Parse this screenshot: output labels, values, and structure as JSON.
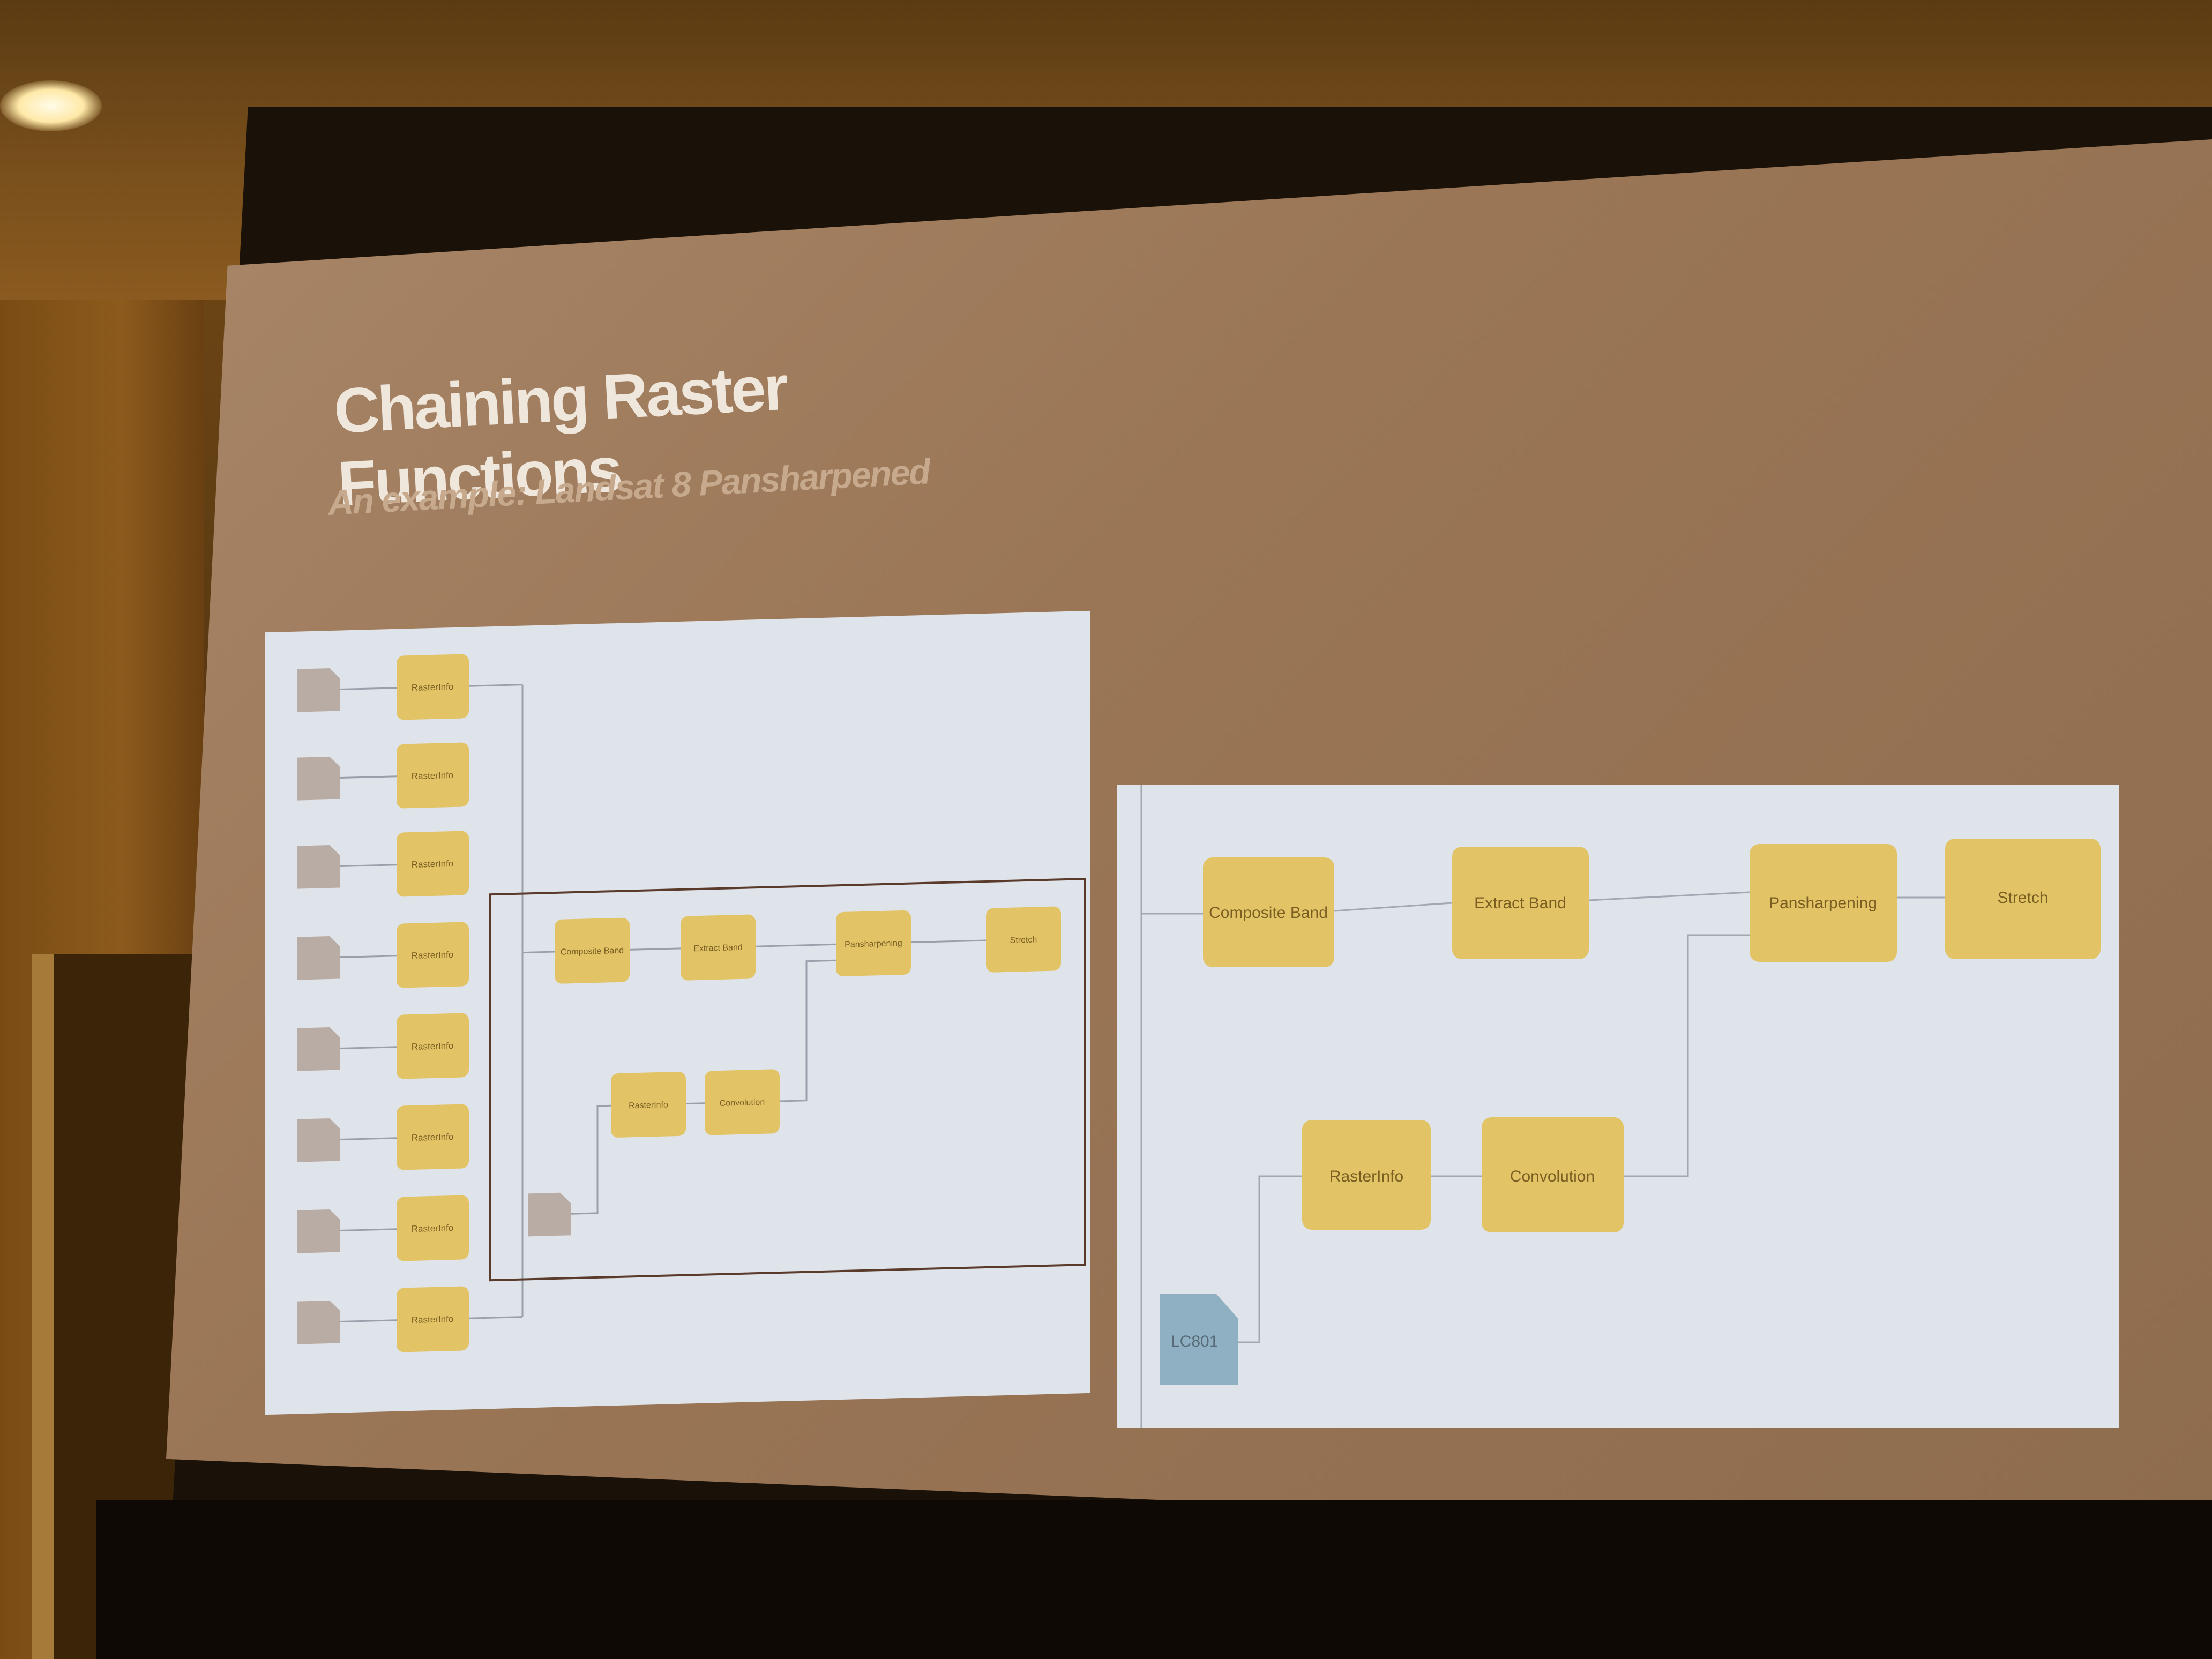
{
  "slide": {
    "title": "Chaining Raster Functions",
    "subtitle": "An example: Landsat 8 Pansharpened"
  },
  "colors": {
    "function_node": "#e2c467",
    "source_node_gray": "#b9aca4",
    "source_node_blue": "#8fb0c2",
    "panel_bg": "#dfe3ea",
    "slide_bg": "#a88668"
  },
  "left_diagram": {
    "rasterinfo_nodes": [
      "RasterInfo",
      "RasterInfo",
      "RasterInfo",
      "RasterInfo",
      "RasterInfo",
      "RasterInfo",
      "RasterInfo",
      "RasterInfo"
    ],
    "main_chain": [
      "Composite Band",
      "Extract Band",
      "Pansharpening",
      "Stretch"
    ],
    "pan_chain": [
      "RasterInfo",
      "Convolution"
    ]
  },
  "right_diagram": {
    "main_chain": [
      "Composite Band",
      "Extract Band",
      "Pansharpening",
      "Stretch"
    ],
    "pan_chain": [
      "RasterInfo",
      "Convolution"
    ],
    "source": "LC801"
  }
}
